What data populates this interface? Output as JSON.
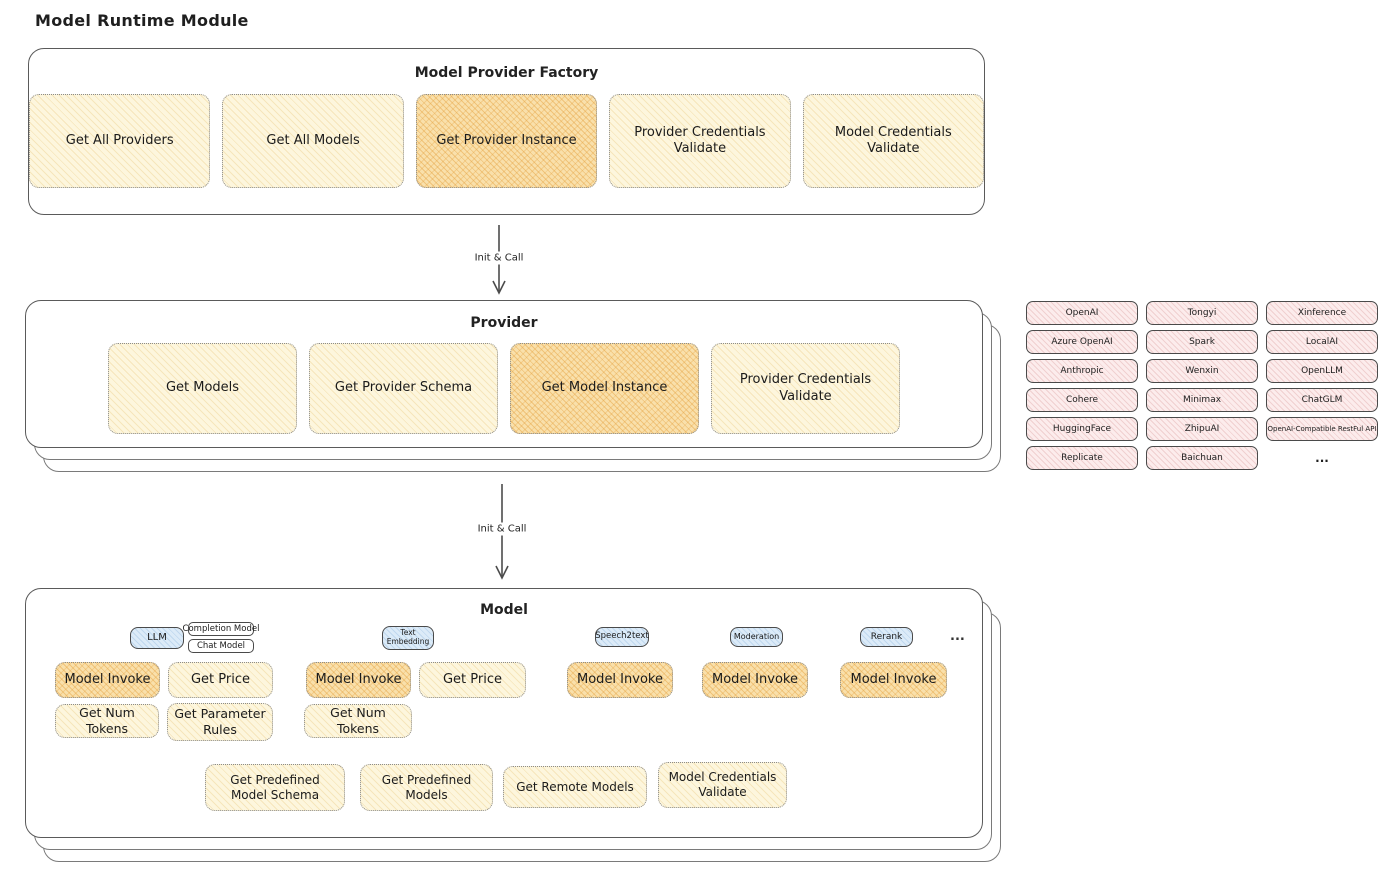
{
  "title": "Model Runtime Module",
  "arrows": {
    "label1": "Init & Call",
    "label2": "Init & Call"
  },
  "factory": {
    "title": "Model Provider Factory",
    "buttons": [
      "Get All Providers",
      "Get All Models",
      "Get Provider Instance",
      "Provider Credentials Validate",
      "Model Credentials Validate"
    ]
  },
  "provider": {
    "title": "Provider",
    "buttons": [
      "Get Models",
      "Get Provider Schema",
      "Get Model Instance",
      "Provider Credentials Validate"
    ]
  },
  "providers_grid": {
    "items": [
      "OpenAI",
      "Tongyi",
      "Xinference",
      "Azure OpenAI",
      "Spark",
      "LocalAI",
      "Anthropic",
      "Wenxin",
      "OpenLLM",
      "Cohere",
      "Minimax",
      "ChatGLM",
      "HuggingFace",
      "ZhipuAI",
      "OpenAI-Compatible RestFul API",
      "Replicate",
      "Baichuan"
    ],
    "ellipsis": "..."
  },
  "model": {
    "title": "Model",
    "tabs": {
      "llm": "LLM",
      "completion": "Completion Model",
      "chat": "Chat Model",
      "text_embedding": "Text Embedding",
      "speech2text": "Speech2text",
      "moderation": "Moderation",
      "rerank": "Rerank",
      "ellipsis": "..."
    },
    "buttons": {
      "llm": [
        "Model Invoke",
        "Get Price",
        "Get Num Tokens",
        "Get Parameter Rules"
      ],
      "text_embedding": [
        "Model Invoke",
        "Get Price",
        "Get Num Tokens"
      ],
      "speech2text": [
        "Model Invoke"
      ],
      "moderation": [
        "Model Invoke"
      ],
      "rerank": [
        "Model Invoke"
      ]
    },
    "bottom_buttons": [
      "Get Predefined Model Schema",
      "Get Predefined Models",
      "Get Remote Models",
      "Model Credentials Validate"
    ]
  },
  "colors": {
    "cream_fill": "#fdf6dd",
    "orange_fill": "#f9e0ab",
    "pink_fill": "#fcecec",
    "blue_fill": "#dcebf8",
    "line_dark": "#4c4c4c"
  }
}
